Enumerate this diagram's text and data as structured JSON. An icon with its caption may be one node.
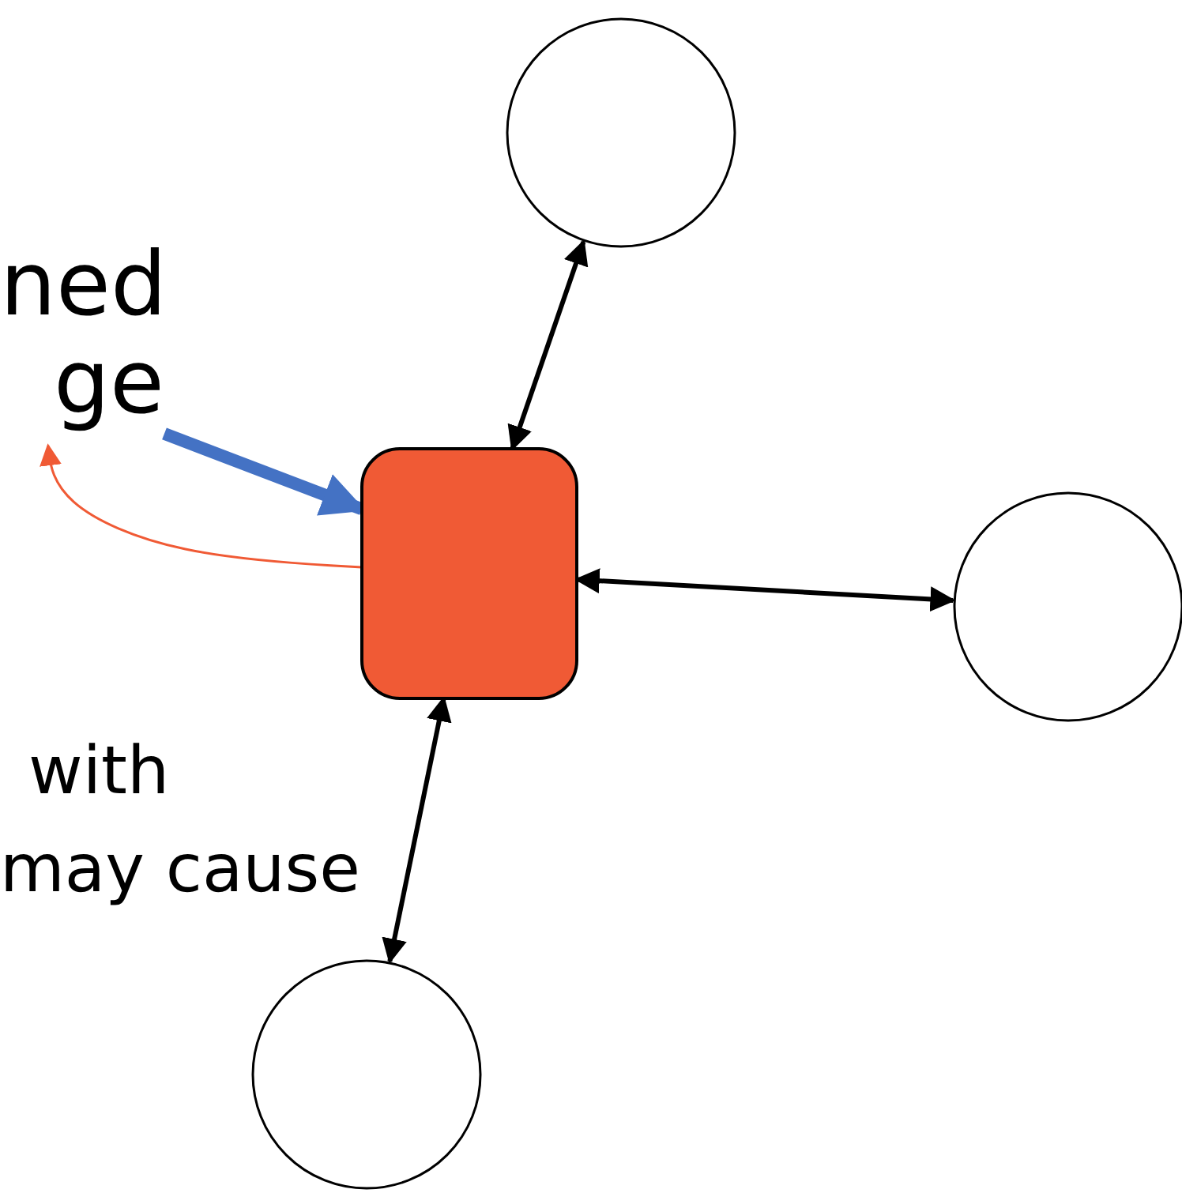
{
  "diagram": {
    "nodes": [
      {
        "text": [],
        "shape": "box"
      },
      {
        "text": [],
        "shape": "circle"
      },
      {
        "text": [],
        "shape": "circle"
      },
      {
        "text": [],
        "shape": "circle"
      },
      {
        "text": [
          "ned ge"
        ]
      }
    ],
    "edges": [
      {
        "from": 0,
        "to": 1,
        "arrow": "both"
      },
      {
        "from": 0,
        "to": 2,
        "arrow": "both"
      },
      {
        "from": 0,
        "to": 3,
        "arrow": "both"
      },
      {
        "from": 4,
        "to": 0,
        "arrow": "to",
        "style": "thick",
        "color": "#4472c4"
      },
      {
        "from": 0,
        "to": 4,
        "arrow": "to",
        "color": "#f05a35"
      }
    ],
    "labels": [
      "with",
      "may cause"
    ]
  }
}
